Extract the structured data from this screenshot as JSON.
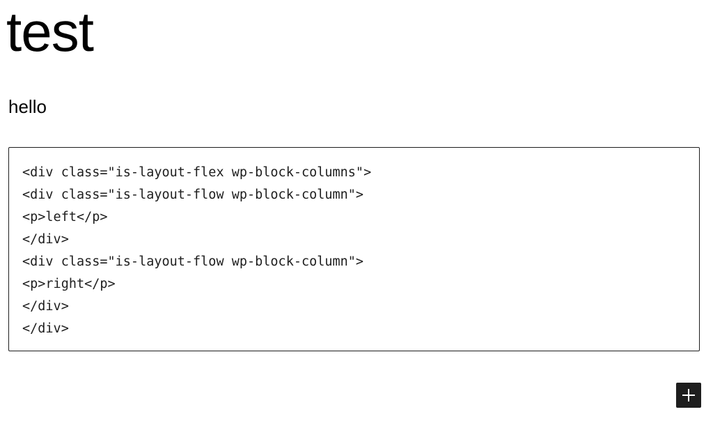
{
  "post": {
    "title": "test",
    "paragraph": "hello"
  },
  "code_block": {
    "lines": [
      "<div class=\"is-layout-flex wp-block-columns\">",
      "<div class=\"is-layout-flow wp-block-column\">",
      "<p>left</p>",
      "</div>",
      "<div class=\"is-layout-flow wp-block-column\">",
      "<p>right</p>",
      "</div>",
      "</div>"
    ]
  },
  "inserter": {
    "icon": "plus-icon",
    "background_color": "#1e1e1e",
    "icon_color": "#ffffff"
  }
}
